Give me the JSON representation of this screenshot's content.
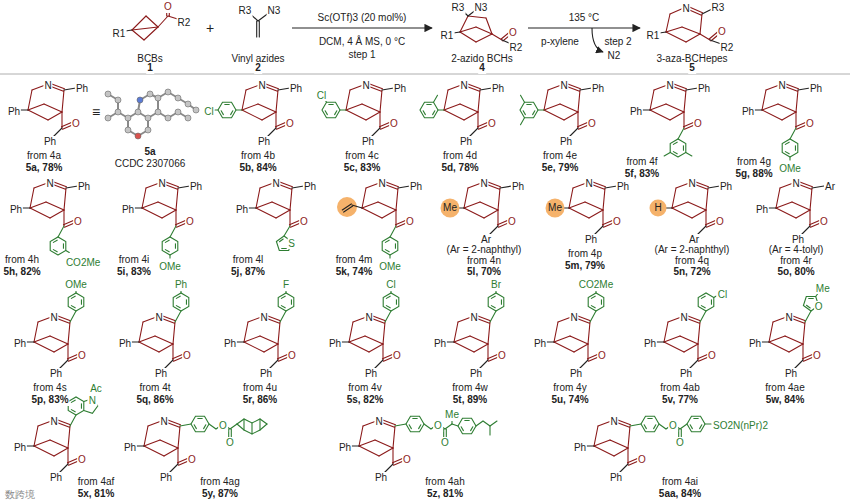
{
  "diagram": {
    "nodes": [
      {
        "text": [
          "Me"
        ]
      },
      {
        "text": [
          "Me"
        ]
      },
      {
        "text": [
          "H"
        ]
      }
    ],
    "labels": [
      "R1",
      "O",
      "R2",
      "BCBs",
      "1",
      "+",
      "R3",
      "N3",
      "Vinyl azides",
      "2",
      "Sc(OTf)3 (20 mol%)",
      "DCM, 4 Å MS, 0 °C",
      "step 1",
      "R3",
      "N3",
      "R1",
      "O",
      "R2",
      "2-azido BCHs",
      "4",
      "135 °C",
      "p-xylene",
      "step 2",
      "N2",
      "N",
      "R3",
      "R1",
      "O",
      "R2",
      "3-aza-BCHepes",
      "5",
      "Ph",
      "N",
      "Ph",
      "O",
      "Ph",
      "from 4a",
      "5a, 78%",
      "≡",
      "5a",
      "CCDC 2307066",
      "Cl",
      "N",
      "Ph",
      "O",
      "Ph",
      "from 4b",
      "5b, 84%",
      "Cl",
      "N",
      "Ph",
      "O",
      "Ph",
      "from 4c",
      "5c, 83%",
      "N",
      "Ph",
      "O",
      "Ph",
      "from 4d",
      "5d, 78%",
      "N",
      "Ph",
      "O",
      "Ph",
      "from 4e",
      "5e, 79%",
      "Ph",
      "N",
      "Ph",
      "O",
      "from 4f",
      "5f, 83%",
      "Ph",
      "N",
      "Ph",
      "O",
      "OMe",
      "from 4g",
      "5g, 88%",
      "Ph",
      "N",
      "Ph",
      "O",
      "CO2Me",
      "from 4h",
      "5h, 82%",
      "Ph",
      "N",
      "Ph",
      "O",
      "OMe",
      "from 4i",
      "5i, 83%",
      "Ph",
      "N",
      "Ph",
      "O",
      "S",
      "from 4l",
      "5j, 87%",
      "N",
      "Ph",
      "O",
      "OMe",
      "from 4m",
      "5k, 74%",
      "N",
      "Ph",
      "O",
      "Ar",
      "(Ar = 2-naphthyl)",
      "from 4n",
      "5l, 70%",
      "N",
      "Ph",
      "O",
      "Ph",
      "from 4p",
      "5m, 79%",
      "N",
      "Ph",
      "O",
      "Ar",
      "(Ar = 2-naphthyl)",
      "from 4q",
      "5n, 72%",
      "Ph",
      "N",
      "Ar",
      "O",
      "Ph",
      "(Ar = 4-tolyl)",
      "from 4r",
      "5o, 80%",
      "Ph",
      "N",
      "OMe",
      "O",
      "Ph",
      "from 4s",
      "5p, 83%",
      "Ph",
      "N",
      "Ph",
      "O",
      "Ph",
      "from 4t",
      "5q, 86%",
      "Ph",
      "N",
      "F",
      "O",
      "Ph",
      "from 4u",
      "5r, 86%",
      "Ph",
      "N",
      "Cl",
      "O",
      "Ph",
      "from 4v",
      "5s, 82%",
      "Ph",
      "N",
      "Br",
      "O",
      "Ph",
      "from 4w",
      "5t, 89%",
      "Ph",
      "N",
      "CO2Me",
      "O",
      "Ph",
      "from 4y",
      "5u, 74%",
      "Ph",
      "N",
      "Cl",
      "O",
      "Ph",
      "from 4ab",
      "5v, 77%",
      "Ph",
      "N",
      "O",
      "Me",
      "O",
      "Ph",
      "from 4ae",
      "5w, 84%",
      "Ph",
      "N",
      "N",
      "Ac",
      "O",
      "Ph",
      "from 4af",
      "5x, 81%",
      "Ph",
      "N",
      "O",
      "O",
      "O",
      "Ph",
      "from 4ag",
      "5y, 87%",
      "Ph",
      "N",
      "O",
      "O",
      "Me",
      "O",
      "Ph",
      "from 4ah",
      "5z, 81%",
      "Ph",
      "N",
      "O",
      "O",
      "SO2N(nPr)2",
      "O",
      "Ph",
      "from 4ai",
      "5aa, 84%",
      "数跨境"
    ]
  }
}
